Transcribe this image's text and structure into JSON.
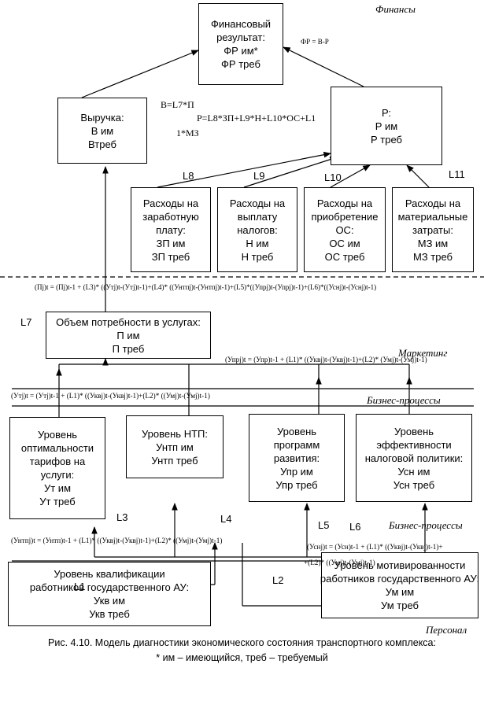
{
  "zones": {
    "finance": "Финансы",
    "marketing": "Маркетинг",
    "business1": "Бизнес-процессы",
    "business2": "Бизнес-процессы",
    "personnel": "Персонал"
  },
  "boxes": {
    "fin_result": [
      "Финансовый",
      "результат:",
      "ФР им*",
      "ФР треб"
    ],
    "revenue": [
      "Выручка:",
      "В им",
      "Втреб"
    ],
    "costs": [
      "Р:",
      "Р им",
      "Р треб"
    ],
    "salary": [
      "Расходы на",
      "заработную",
      "плату:",
      "ЗП им",
      "ЗП треб"
    ],
    "taxes": [
      "Расходы на",
      "выплату",
      "налогов:",
      "Н им",
      "Н треб"
    ],
    "fixed_assets": [
      "Расходы на",
      "приобретение",
      "ОС:",
      "ОС им",
      "ОС треб"
    ],
    "materials": [
      "Расходы на",
      "материальные",
      "затраты:",
      "МЗ им",
      "МЗ треб"
    ],
    "demand": [
      "Объем потребности в услугах:",
      "П им",
      "П треб"
    ],
    "tariffs": [
      "Уровень",
      "оптимальности",
      "тарифов на",
      "услуги:",
      "Ут им",
      "Ут треб"
    ],
    "ntp": [
      "Уровень НТП:",
      "Унтп им",
      "Унтп треб"
    ],
    "programs": [
      "Уровень",
      "программ",
      "развития:",
      "Упр им",
      "Упр треб"
    ],
    "tax_policy": [
      "Уровень",
      "эффективности",
      "налоговой политики:",
      "Усн им",
      "Усн треб"
    ],
    "qualification": [
      "Уровень квалификации",
      "работников государственного АУ:",
      "Укв им",
      "Укв треб"
    ],
    "motivation": [
      "Уровень мотивированности",
      "работников государственного АУ:",
      "Ум им",
      "Ум треб"
    ]
  },
  "formulas": {
    "fr": "ФР = В-Р",
    "v": "В=L7*П",
    "p1": "Р=L8*ЗП+L9*Н+L10*ОС+L1",
    "p2": "1*МЗ",
    "demand": "(Пj)t = (Пj)t-1 + (L3)* ((Утj)t-(Утj)t-1)+(L4)* ((Унтпj)t-(Унтпj)t-1)+(L5)*((Упрj)t-(Упрj)t-1)+(L6)*((Уснj)t-(Уснj)t-1)",
    "upr": "(Упрj)t = (Упр)t-1 + (L1)* ((Уквj)t-(Уквj)t-1)+(L2)* (Умj)t-(Умj)t-1)",
    "ut": "(Утj)t = (Утj)t-1 + (L1)* ((Уквj)t-(Уквj)t-1)+(L2)* ((Умj)t-(Умj)t-1)",
    "untp": "(Унтпj)t = (Унтп)t-1 + (L1)* ((Уквj)t-(Уквj)t-1)+(L2)* ((Умj)t-(Умj)t-1)",
    "usn1": "(Уснj)t = (Усн)t-1 + (L1)* ((Уквj)t-(Уквj)t-1)+",
    "usn2": "+(L2)* ((Умj)t-(Умj)t-1)"
  },
  "coefficients": {
    "l1": "L1",
    "l2": "L2",
    "l3": "L3",
    "l4": "L4",
    "l5": "L5",
    "l6": "L6",
    "l7": "L7",
    "l8": "L8",
    "l9": "L9",
    "l10": "L10",
    "l11": "L11"
  },
  "caption": {
    "line1": "Рис. 4.10. Модель диагностики экономического состояния  транспортного комплекса:",
    "line2": "* им – имеющийся, треб –  требуемый"
  }
}
